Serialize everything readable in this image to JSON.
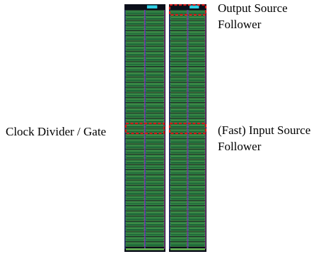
{
  "labels": {
    "output_line1": "Output Source",
    "output_line2": "Follower",
    "clock": "Clock Divider / Gate",
    "fast_line1": "(Fast) Input Source",
    "fast_line2": "Follower"
  },
  "colors": {
    "die_background": "#0b0f1a",
    "cell_fill": "#1f6b3a",
    "cell_highlight": "#6fbf5a",
    "metal_blue": "#3b52d9",
    "metal_magenta": "#c23fc8",
    "pad_cyan": "#2fd0e6",
    "highlight_box": "#d81818"
  }
}
